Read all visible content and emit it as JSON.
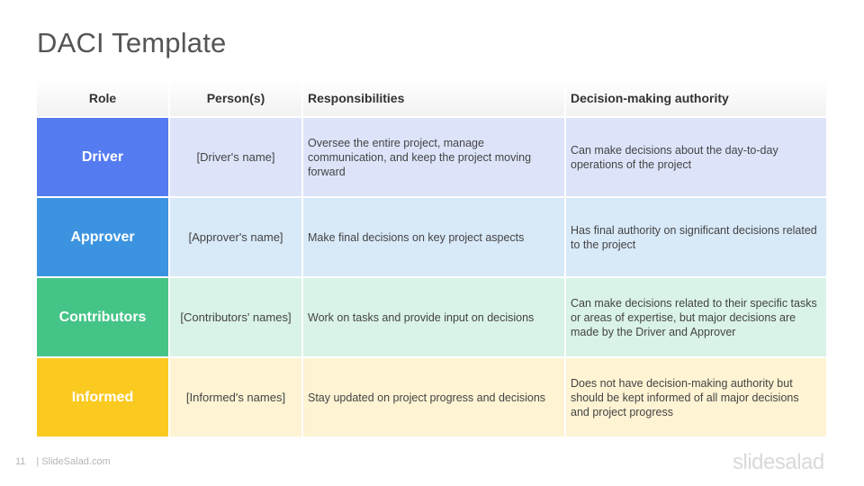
{
  "slide": {
    "title": "DACI Template",
    "page_number": "11",
    "footer_text": "| SlideSalad.com",
    "brand": "slidesalad"
  },
  "table": {
    "headers": [
      "Role",
      "Person(s)",
      "Responsibilities",
      "Decision-making authority"
    ],
    "rows": [
      {
        "role": "Driver",
        "person": "[Driver's name]",
        "responsibilities": "Oversee the entire project, manage communication, and keep the project moving forward",
        "authority": "Can make decisions about the day-to-day operations of the project",
        "role_color": "#557bf0",
        "cell_color": "#dde4fa"
      },
      {
        "role": "Approver",
        "person": "[Approver's name]",
        "responsibilities": "Make final decisions on key project aspects",
        "authority": "Has final authority on significant decisions related to the project",
        "role_color": "#3c94e0",
        "cell_color": "#d8e9f8"
      },
      {
        "role": "Contributors",
        "person": "[Contributors' names]",
        "responsibilities": "Work on tasks and provide input on decisions",
        "authority": "Can make decisions related to their specific tasks or areas of expertise, but major decisions are made by the Driver and Approver",
        "role_color": "#45c487",
        "cell_color": "#d9f3e6"
      },
      {
        "role": "Informed",
        "person": "[Informed's names]",
        "responsibilities": "Stay updated on project progress and decisions",
        "authority": "Does not have decision-making authority but should be kept informed of all major decisions and project progress",
        "role_color": "#fbca21",
        "cell_color": "#fef3d3"
      }
    ]
  }
}
